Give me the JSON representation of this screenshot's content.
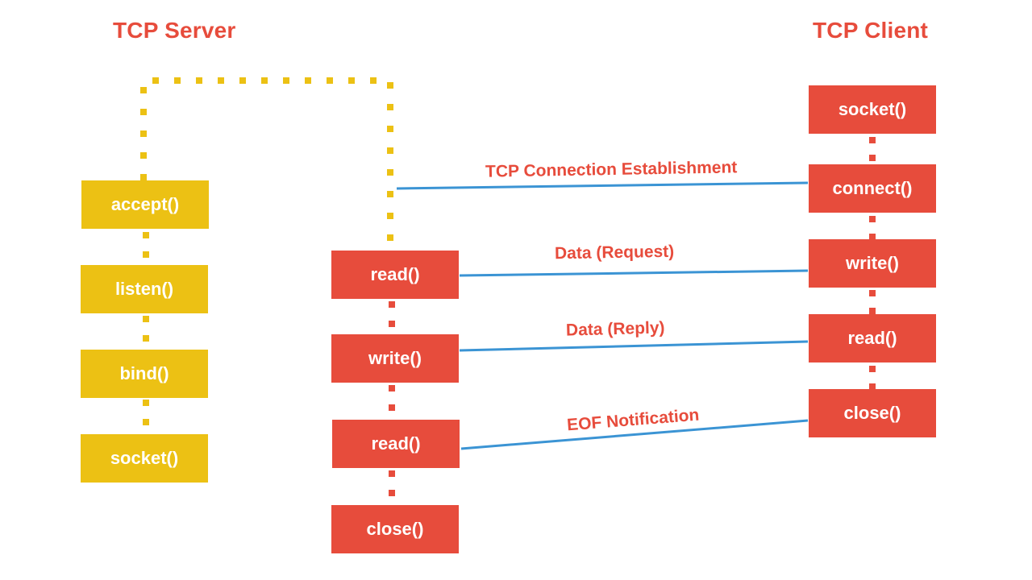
{
  "colors": {
    "server_box": "#ecc114",
    "red_box": "#e74c3c",
    "heading_text": "#e74c3c",
    "message_line": "#3b94d4",
    "server_path": "#ecc114",
    "red_path": "#e74c3c"
  },
  "headings": {
    "server": "TCP Server",
    "client": "TCP Client"
  },
  "server_setup": {
    "accept": "accept()",
    "listen": "listen()",
    "bind": "bind()",
    "socket": "socket()"
  },
  "server_io": {
    "read1": "read()",
    "write": "write()",
    "read2": "read()",
    "close": "close()"
  },
  "client": {
    "socket": "socket()",
    "connect": "connect()",
    "write": "write()",
    "read": "read()",
    "close": "close()"
  },
  "messages": {
    "connection": "TCP Connection Establishment",
    "request": "Data (Request)",
    "reply": "Data (Reply)",
    "eof": "EOF Notification"
  }
}
